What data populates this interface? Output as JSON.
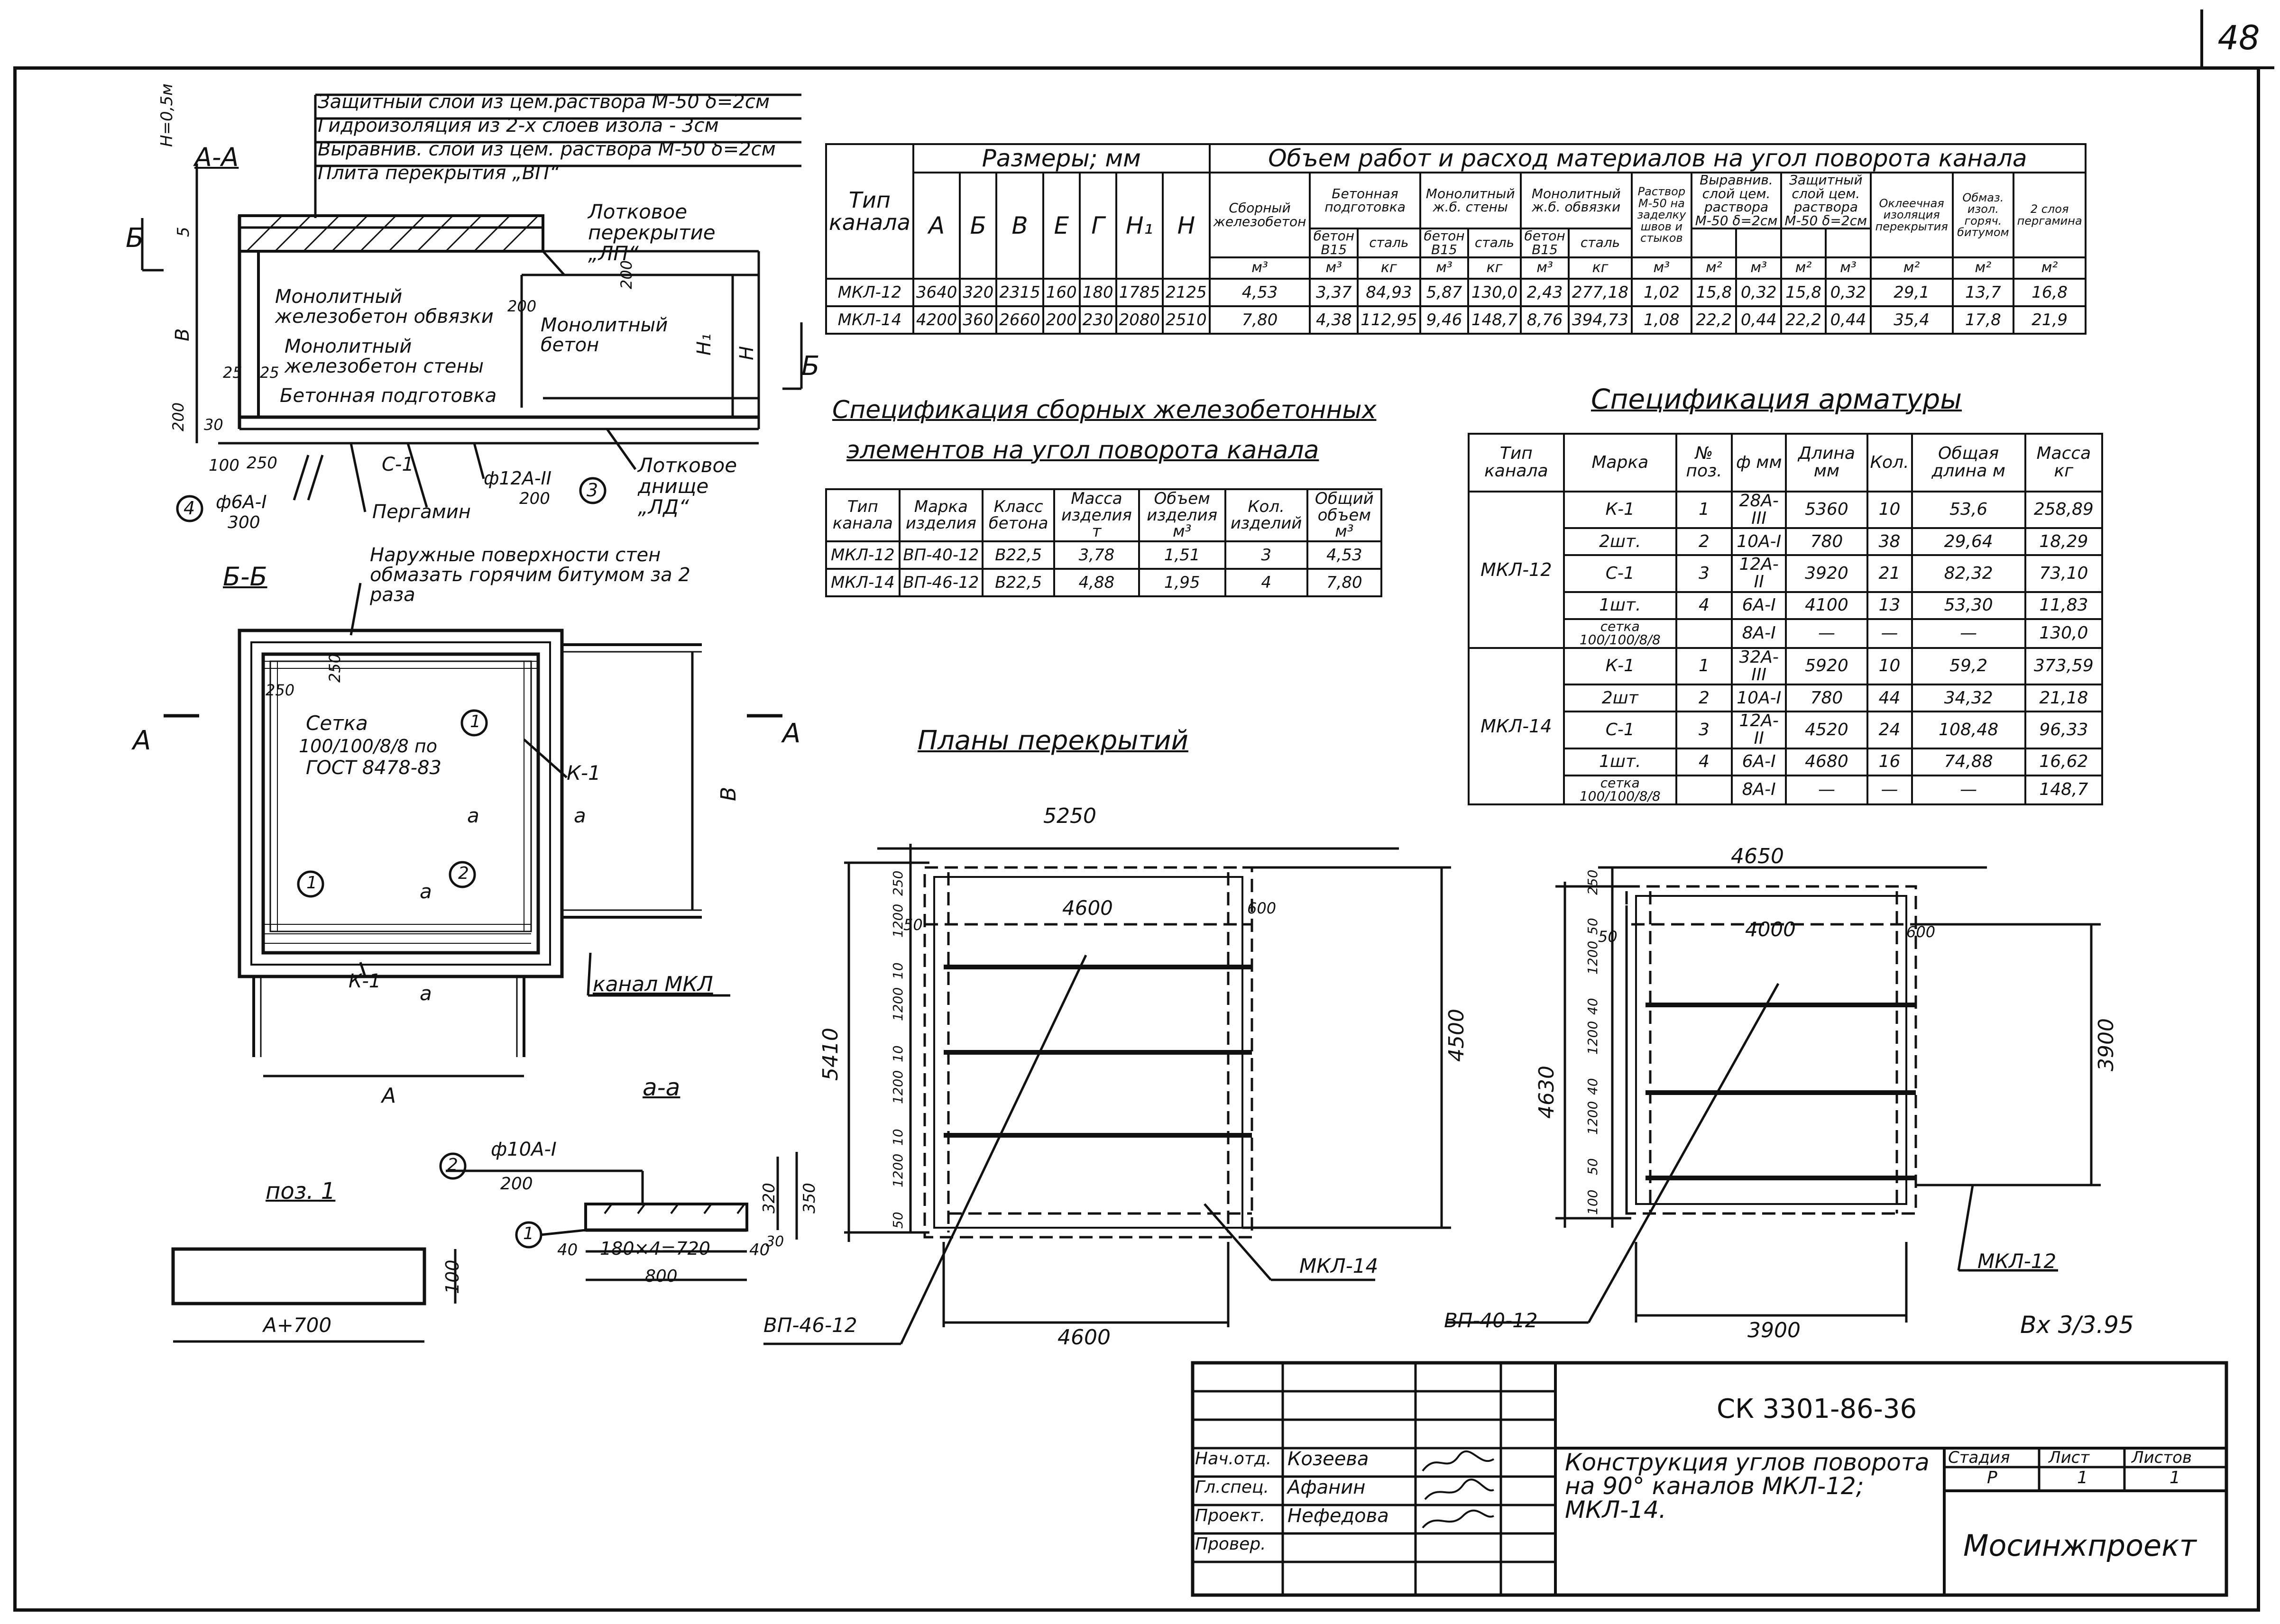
{
  "sheet_number": "48",
  "section_aa": {
    "title": "А-А",
    "layers": [
      "Защитный слой из цем.раствора М-50 δ=2см",
      "Гидроизоляция из 2-х слоев изола - 3см",
      "Выравнив. слой из цем. раствора М-50 δ=2см",
      "Плита перекрытия „ВП“"
    ],
    "labels": {
      "h_top": "Н=0,5м",
      "b_mark": "Б",
      "v_dim": "В",
      "dim_5": "5",
      "dim_25a": "25",
      "dim_25b": "25",
      "dim_200": "200",
      "dim_30": "30",
      "monolith_tie": "Монолитный железобетон обвязки",
      "monolith_wall": "Монолитный железобетон стены",
      "concrete_prep": "Бетонная подготовка",
      "tray_cover": "Лотковое перекрытие „ЛП“",
      "monolith_concrete": "Монолитный бетон",
      "dim_200b": "200",
      "dim_200c": "200",
      "h1": "Н₁",
      "h": "Н",
      "dim_100": "100",
      "dim_250": "250",
      "rebar_6a": "ф6А-I",
      "rebar_6a_step": "300",
      "c1": "С-1",
      "rebar_12a": "ф12А-II",
      "rebar_12a_step": "200",
      "pergamin": "Пергамин",
      "tray_bottom": "Лотковое днище „ЛД“",
      "n4": "4",
      "n3": "3"
    }
  },
  "section_bb": {
    "title": "Б-Б",
    "note": "Наружные поверхности стен обмазать горячим битумом за 2 раза",
    "mesh_note": [
      "Сетка",
      "100/100/8/8 по",
      "ГОСТ 8478-83"
    ],
    "labels": {
      "d250a": "250",
      "d250b": "250",
      "k1": "К-1",
      "a1": "а",
      "a2": "а",
      "a3": "а",
      "a4": "а",
      "n1": "1",
      "n1b": "1",
      "n2": "2",
      "k1b": "К-1",
      "channel": "канал МКЛ",
      "a_dim": "А",
      "a_left": "А",
      "a_right": "А",
      "v_dim": "В"
    }
  },
  "section_pos1": {
    "title": "поз. 1",
    "width_label": "А+700",
    "height_label": "100"
  },
  "section_a_a": {
    "title": "а-а",
    "rebar": "ф10А-I",
    "step": "200",
    "n2": "2",
    "n1": "1",
    "dims": [
      "320",
      "350",
      "30",
      "40",
      "40",
      "180×4=720",
      "800"
    ]
  },
  "materials_table": {
    "head_type": "Тип канала",
    "head_sizes": "Размеры; мм",
    "head_volume": "Объем работ и расход материалов на угол поворота канала",
    "size_cols": [
      "А",
      "Б",
      "В",
      "Е",
      "Г",
      "Н₁",
      "Н"
    ],
    "vol_cols": [
      {
        "label": "Сборный железобетон",
        "span": 1
      },
      {
        "label": "Бетонная подготовка",
        "span": 2
      },
      {
        "label": "Монолитный ж.б. стены",
        "span": 2
      },
      {
        "label": "Монолитный ж.б. обвязки",
        "span": 2
      },
      {
        "label": "Раствор М-50 на заделку швов и стыков",
        "span": 1
      },
      {
        "label": "Выравнив. слой цем. раствора М-50 δ=2см",
        "span": 2
      },
      {
        "label": "Защитный слой цем. раствора М-50 δ=2см",
        "span": 2
      },
      {
        "label": "Оклеечная изоляция перекрытия",
        "span": 1
      },
      {
        "label": "Обмаз. изол. горяч. битумом",
        "span": 1
      },
      {
        "label": "2 слоя пергамина",
        "span": 1
      }
    ],
    "sub_cols": [
      "",
      "бетон В15",
      "сталь",
      "бетон В15",
      "сталь",
      "бетон В15",
      "сталь",
      "",
      "",
      "",
      "",
      "",
      "",
      "",
      ""
    ],
    "units": [
      "м³",
      "м³",
      "кг",
      "м³",
      "кг",
      "м³",
      "кг",
      "м³",
      "м²",
      "м³",
      "м²",
      "м³",
      "м²",
      "м²",
      "м²"
    ],
    "rows": [
      {
        "type": "МКЛ-12",
        "sizes": [
          "3640",
          "320",
          "2315",
          "160",
          "180",
          "1785",
          "2125"
        ],
        "values": [
          "4,53",
          "3,37",
          "84,93",
          "5,87",
          "130,0",
          "2,43",
          "277,18",
          "1,02",
          "15,8",
          "0,32",
          "15,8",
          "0,32",
          "29,1",
          "13,7",
          "16,8"
        ]
      },
      {
        "type": "МКЛ-14",
        "sizes": [
          "4200",
          "360",
          "2660",
          "200",
          "230",
          "2080",
          "2510"
        ],
        "values": [
          "7,80",
          "4,38",
          "112,95",
          "9,46",
          "148,7",
          "8,76",
          "394,73",
          "1,08",
          "22,2",
          "0,44",
          "22,2",
          "0,44",
          "35,4",
          "17,8",
          "21,9"
        ]
      }
    ]
  },
  "precast_spec": {
    "title1": "Спецификация сборных железобетонных",
    "title2": "элементов на угол поворота канала",
    "headers": [
      "Тип канала",
      "Марка изделия",
      "Класс бетона",
      "Масса изделия т",
      "Объем изделия м³",
      "Кол. изделий",
      "Общий объем м³"
    ],
    "rows": [
      [
        "МКЛ-12",
        "ВП-40-12",
        "В22,5",
        "3,78",
        "1,51",
        "3",
        "4,53"
      ],
      [
        "МКЛ-14",
        "ВП-46-12",
        "В22,5",
        "4,88",
        "1,95",
        "4",
        "7,80"
      ]
    ]
  },
  "rebar_spec": {
    "title": "Спецификация арматуры",
    "headers": [
      "Тип канала",
      "Марка",
      "№ поз.",
      "ф мм",
      "Длина мм",
      "Кол.",
      "Общая длина м",
      "Масса кг"
    ],
    "groups": [
      {
        "type": "МКЛ-12",
        "rows": [
          [
            "К-1",
            "1",
            "28А-III",
            "5360",
            "10",
            "53,6",
            "258,89"
          ],
          [
            "2шт.",
            "2",
            "10А-I",
            "780",
            "38",
            "29,64",
            "18,29"
          ],
          [
            "С-1",
            "3",
            "12А-II",
            "3920",
            "21",
            "82,32",
            "73,10"
          ],
          [
            "1шт.",
            "4",
            "6А-I",
            "4100",
            "13",
            "53,30",
            "11,83"
          ],
          [
            "сетка 100/100/8/8",
            "",
            "8А-I",
            "—",
            "—",
            "—",
            "130,0"
          ]
        ]
      },
      {
        "type": "МКЛ-14",
        "rows": [
          [
            "К-1",
            "1",
            "32А-III",
            "5920",
            "10",
            "59,2",
            "373,59"
          ],
          [
            "2шт",
            "2",
            "10А-I",
            "780",
            "44",
            "34,32",
            "21,18"
          ],
          [
            "С-1",
            "3",
            "12А-II",
            "4520",
            "24",
            "108,48",
            "96,33"
          ],
          [
            "1шт.",
            "4",
            "6А-I",
            "4680",
            "16",
            "74,88",
            "16,62"
          ],
          [
            "сетка 100/100/8/8",
            "",
            "8А-I",
            "—",
            "—",
            "—",
            "148,7"
          ]
        ]
      }
    ]
  },
  "plans": {
    "title": "Планы перекрытий",
    "left": {
      "top": "5250",
      "inner": "4600",
      "edge": "600",
      "left_h": "5410",
      "right_h": "4500",
      "bottom": "4600",
      "label_panel": "ВП-46-12",
      "label_channel": "МКЛ-14",
      "side_dims": [
        "250",
        "1200",
        "10",
        "1200",
        "10",
        "1200",
        "10",
        "1200",
        "50"
      ],
      "edge_50": "50"
    },
    "right": {
      "top": "4650",
      "inner": "4000",
      "edge": "600",
      "left_h": "4630",
      "right_h": "3900",
      "bottom": "3900",
      "label_panel": "ВП-40-12",
      "label_channel": "МКЛ-12",
      "side_dims": [
        "250",
        "50",
        "1200",
        "40",
        "1200",
        "40",
        "1200",
        "50",
        "100"
      ],
      "edge_50": "50"
    }
  },
  "title_block": {
    "code": "СК 3301-86-36",
    "copy_note": "Вх 3/3.95",
    "roles": [
      "Нач.отд.",
      "Гл.спец.",
      "Проект.",
      "Провер."
    ],
    "names": [
      "Козеева",
      "Афанин",
      "Нефедова",
      ""
    ],
    "description": "Конструкция углов поворота на 90° каналов МКЛ-12; МКЛ-14.",
    "stage_label": "Стадия",
    "sheet_label": "Лист",
    "sheets_label": "Листов",
    "stage": "Р",
    "sheet": "1",
    "sheets": "1",
    "org": "Мосинжпроект"
  }
}
